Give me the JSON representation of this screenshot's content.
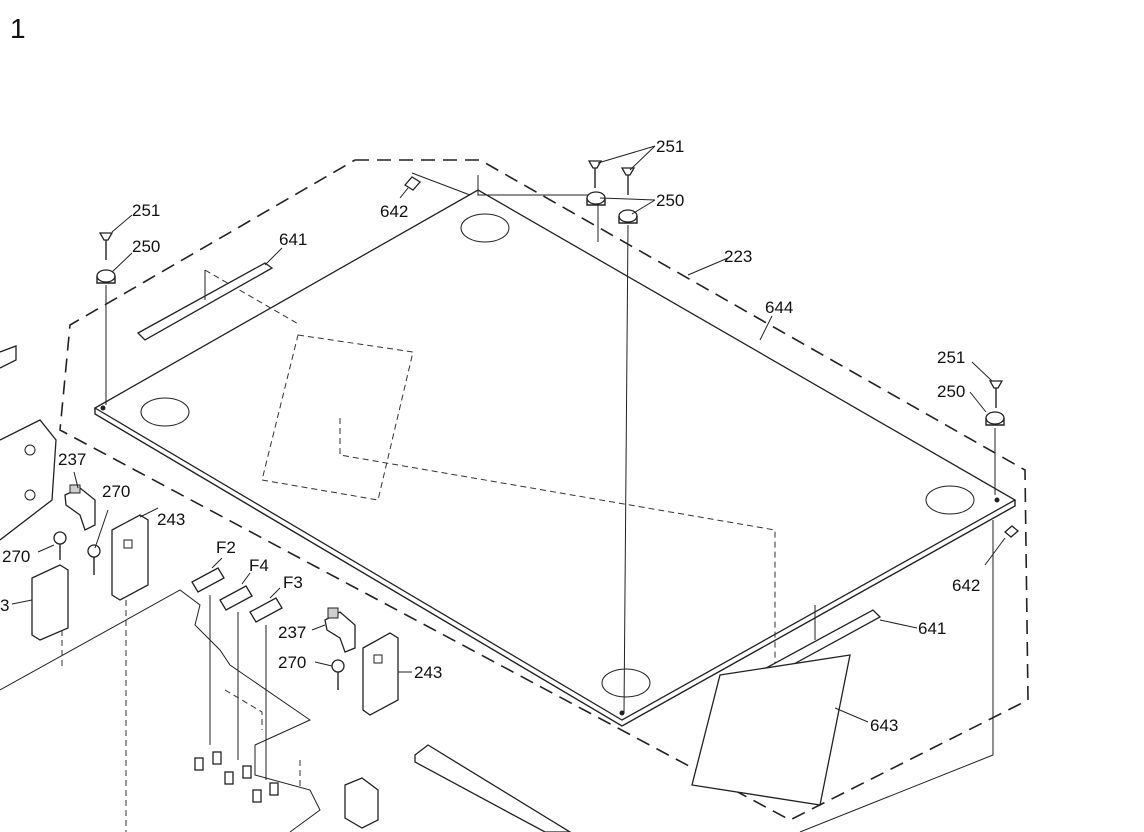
{
  "page_number": "1",
  "callouts": {
    "c251a": "251",
    "c250a": "250",
    "c641a": "641",
    "c642a": "642",
    "c251b": "251",
    "c250b": "250",
    "c223": "223",
    "c644": "644",
    "c251c": "251",
    "c250c": "250",
    "c642b": "642",
    "c641b": "641",
    "c643": "643",
    "c237a": "237",
    "c270a": "270",
    "c243a": "243",
    "c270b": "270",
    "c3": "3",
    "cF2": "F2",
    "cF4": "F4",
    "cF3": "F3",
    "c237b": "237",
    "c270c": "270",
    "c243b": "243"
  }
}
